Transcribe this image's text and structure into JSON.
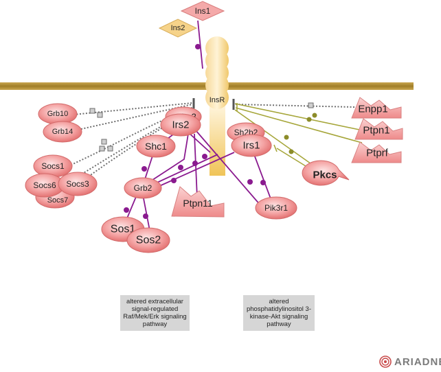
{
  "nodes": {
    "ins1": "Ins1",
    "ins2": "Ins2",
    "insr": "InsR",
    "grb10": "Grb10",
    "grb14": "Grb14",
    "irs3": "Irs3",
    "irs2": "Irs2",
    "shc1": "Shc1",
    "sh2b2": "Sh2b2",
    "irs1": "Irs1",
    "socs1": "Socs1",
    "socs6": "Socs6",
    "socs3": "Socs3",
    "socs7": "Socs7",
    "grb2": "Grb2",
    "ptpn11": "Ptpn11",
    "pik3r1": "Pik3r1",
    "sos1": "Sos1",
    "sos2": "Sos2",
    "enpp1": "Enpp1",
    "ptpn1": "Ptpn1",
    "ptprf": "Ptprf",
    "pkcs": "Pkcs"
  },
  "notes": {
    "erk": "altered extracellular signal-regulated Raf/Mek/Erk signaling pathway",
    "akt": "altered phosphatidylinositol 3-kinase-Akt signaling pathway"
  },
  "logo": {
    "text": "ARIADNE"
  },
  "colors": {
    "membrane": "#a8842a",
    "binding": "#8a1a8f",
    "regulation": "#a6a63a",
    "inhibition_gray": "#6e6e6e",
    "protein_fill": "#ef8a8a",
    "protein_stroke": "#c85a5a",
    "ligand_fill": "#f6d38a",
    "receptor_fill": "#f3cf7e",
    "note_fill": "#d6d6d6"
  }
}
